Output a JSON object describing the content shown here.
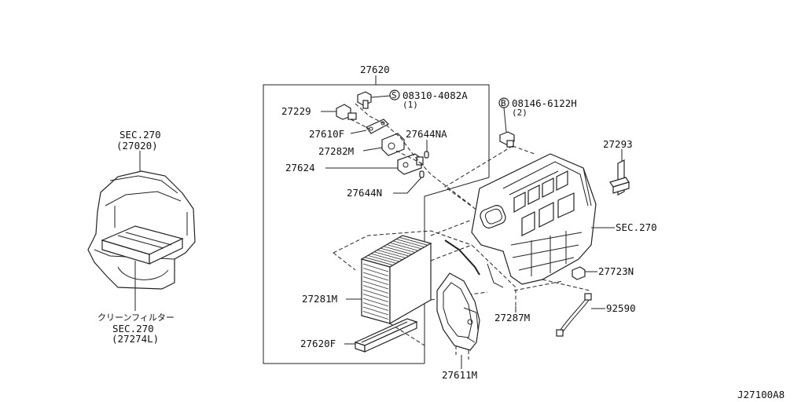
{
  "diagram_id": "J27100A8",
  "assembly_label": "27620",
  "labels": {
    "p27229": "27229",
    "s_bolt": "08310-4082A",
    "s_bolt_qty": "(1)",
    "s_symbol": "S",
    "b_bolt": "08146-6122H",
    "b_bolt_qty": "(2)",
    "b_symbol": "B",
    "p27610F": "27610F",
    "p27644NA": "27644NA",
    "p27282M": "27282M",
    "p27624": "27624",
    "p27644N": "27644N",
    "p27281M": "27281M",
    "p27620F": "27620F",
    "p27611M": "27611M",
    "p27287M": "27287M",
    "p92590": "92590",
    "p27723N": "27723N",
    "p27293": "27293",
    "sec270_right": "SEC.270",
    "sec270_top": "SEC.270",
    "sec270_top_code": "(27020)",
    "filter_jp": "クリーンフィルター",
    "sec270_bottom": "SEC.270",
    "sec270_bottom_code": "(27274L)"
  }
}
